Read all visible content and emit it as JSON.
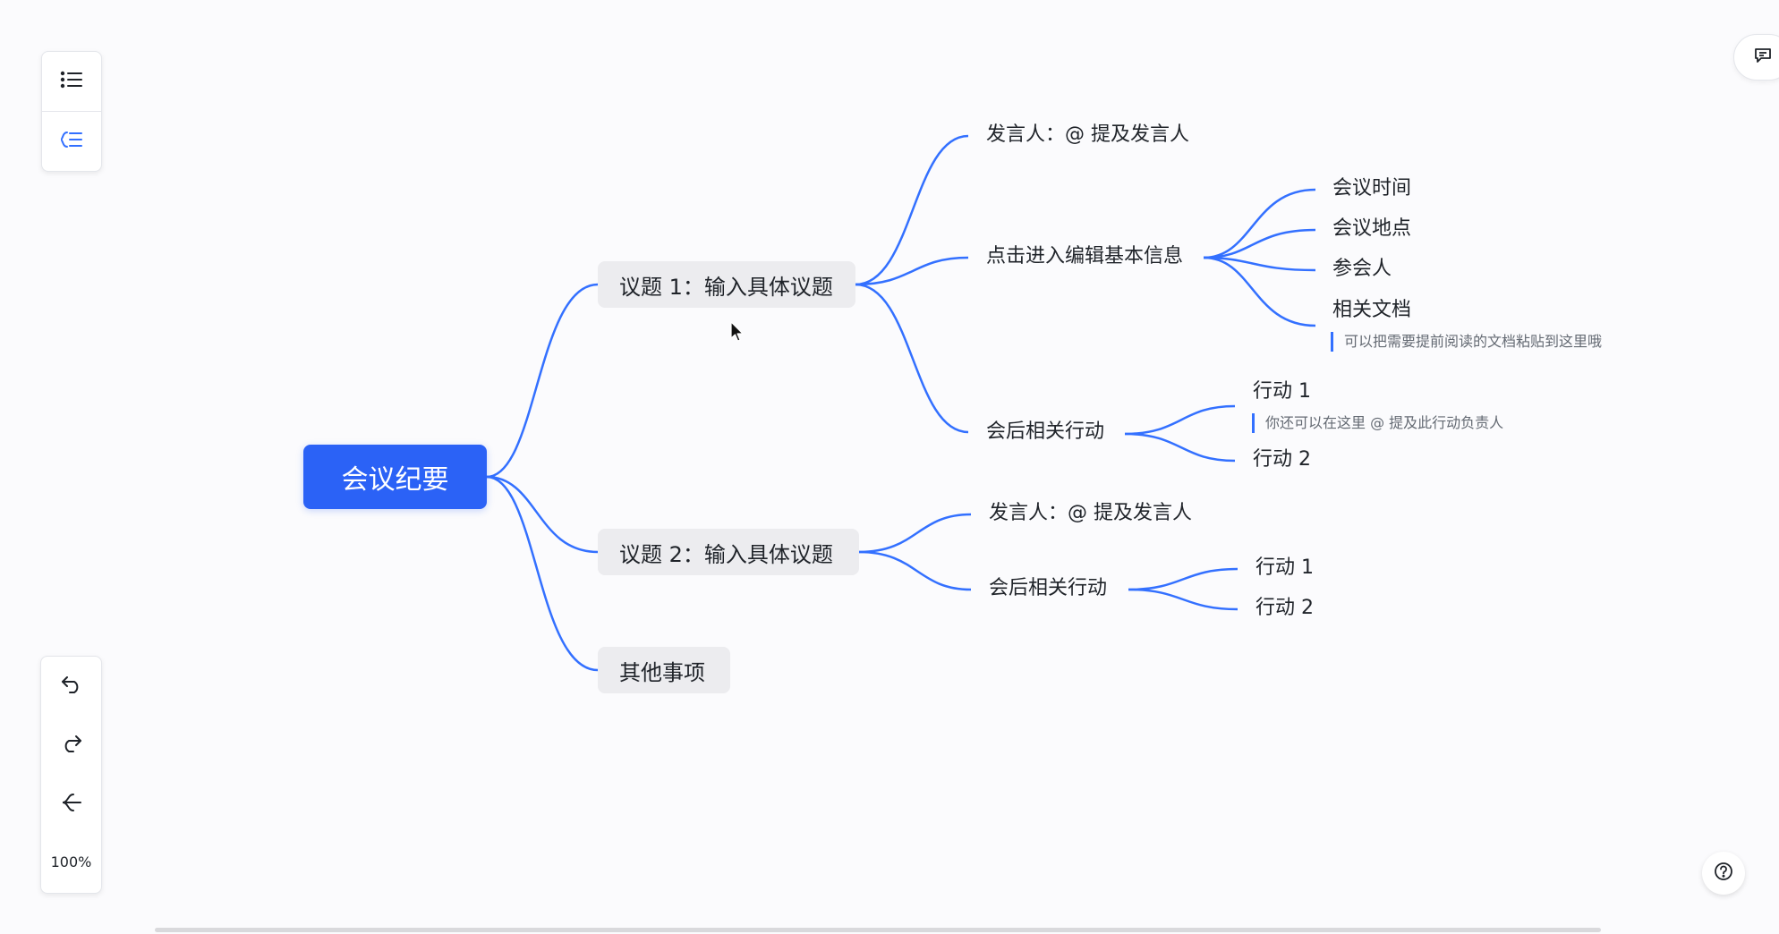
{
  "colors": {
    "accent": "#2b62f6",
    "link": "#3370ff",
    "topic_bg": "#ececef"
  },
  "toolbar_top": {
    "outline_icon": "list-outline-icon",
    "mindmap_icon": "mindmap-structure-icon"
  },
  "toolbar_bottom": {
    "undo_icon": "undo-icon",
    "redo_icon": "redo-icon",
    "layout_icon": "layout-icon",
    "zoom": "100%"
  },
  "mindmap": {
    "root": "会议纪要",
    "topic1": {
      "label": "议题 1：输入具体议题",
      "speaker": "发言人：@ 提及发言人",
      "info": "点击进入编辑基本信息",
      "info_items": [
        "会议时间",
        "会议地点",
        "参会人",
        "相关文档"
      ],
      "doc_note": "可以把需要提前阅读的文档粘贴到这里哦",
      "actions": "会后相关行动",
      "action1": "行动 1",
      "action1_note": "你还可以在这里 @ 提及此行动负责人",
      "action2": "行动 2"
    },
    "topic2": {
      "label": "议题 2：输入具体议题",
      "speaker": "发言人：@ 提及发言人",
      "actions": "会后相关行动",
      "action1": "行动 1",
      "action2": "行动 2"
    },
    "topic3": {
      "label": "其他事项"
    }
  }
}
